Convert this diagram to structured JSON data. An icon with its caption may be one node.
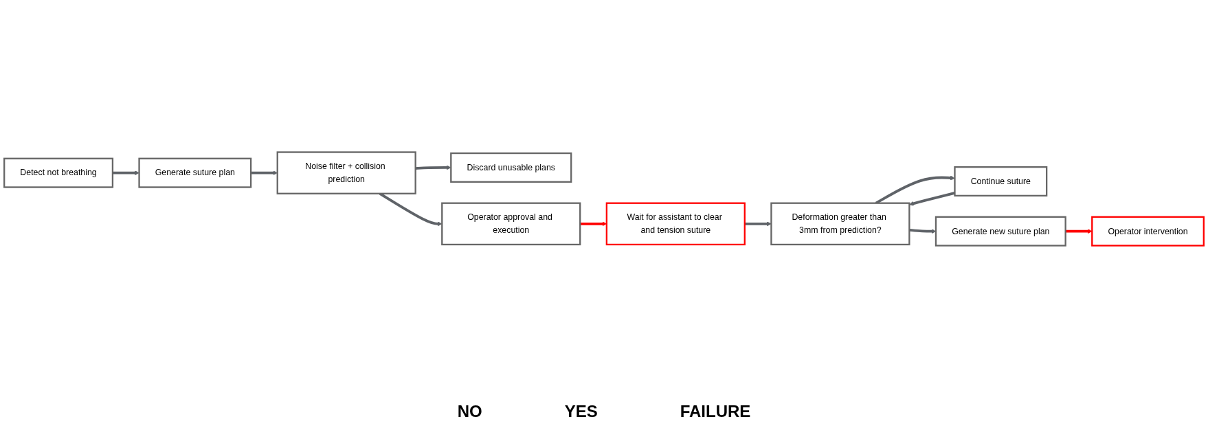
{
  "diagram": {
    "nodes": [
      {
        "text": [
          "Detect not breathing"
        ]
      },
      {
        "text": [
          "Generate suture plan"
        ]
      },
      {
        "text": [
          "Noise filter + collision prediction"
        ]
      },
      {
        "text": [
          "Discard unusable plans"
        ]
      },
      {
        "text": [
          "Operator approval and execution"
        ]
      },
      {
        "text": [
          "Wait for assistant to clear and tension suture"
        ]
      },
      {
        "text": [
          "Continue suture"
        ]
      },
      {
        "text": [
          "Deformation greater than 3mm from prediction?"
        ]
      },
      {
        "text": [
          "Generate new suture plan"
        ]
      },
      {
        "text": [
          "Operator intervention"
        ]
      }
    ],
    "edges": [
      {
        "from": 0,
        "to": 1,
        "arrow": "to"
      },
      {
        "from": 1,
        "to": 2,
        "arrow": "to"
      },
      {
        "from": 2,
        "to": 3,
        "arrow": "to"
      },
      {
        "from": 2,
        "to": 4,
        "arrow": "to"
      },
      {
        "from": 4,
        "to": 5,
        "arrow": "to",
        "color": "#ff0000"
      },
      {
        "from": 5,
        "to": 7,
        "arrow": "to"
      },
      {
        "from": 7,
        "to": 6,
        "arrow": "to"
      },
      {
        "from": 6,
        "to": 7,
        "arrow": "to"
      },
      {
        "from": 7,
        "to": 8,
        "arrow": "to"
      },
      {
        "from": 8,
        "to": 9,
        "arrow": "to",
        "color": "#ff0000"
      }
    ],
    "labels": [
      "NO",
      "YES",
      "FAILURE"
    ]
  }
}
